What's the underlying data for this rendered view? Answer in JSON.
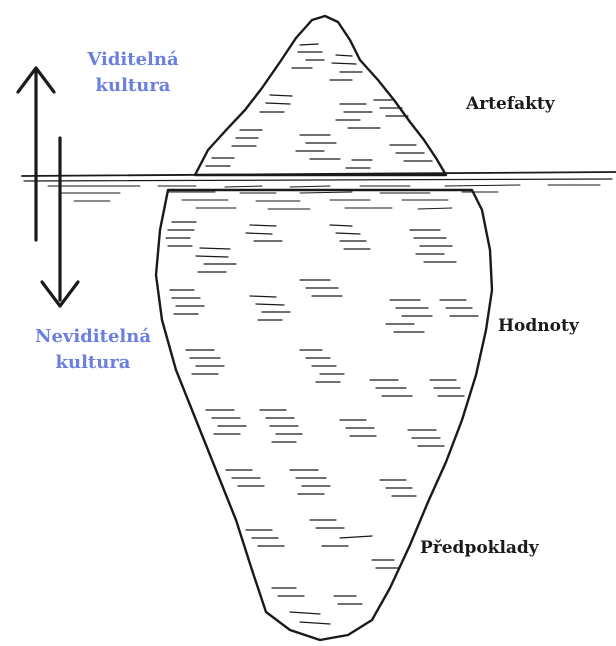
{
  "labels": {
    "visible_culture": [
      "Viditelná",
      "kultura"
    ],
    "invisible_culture": [
      "Neviditelná",
      "kultura"
    ],
    "levels": {
      "artifacts": "Artefakty",
      "values": "Hodnoty",
      "assumptions": "Předpoklady"
    }
  },
  "colors": {
    "culture_label": "#6b7fe0",
    "level_label": "#1a1a1a",
    "ink": "#1a1a1a"
  },
  "icons": {
    "up_arrow": "arrow-up-icon",
    "down_arrow": "arrow-down-icon",
    "illustration": "iceberg-illustration"
  }
}
